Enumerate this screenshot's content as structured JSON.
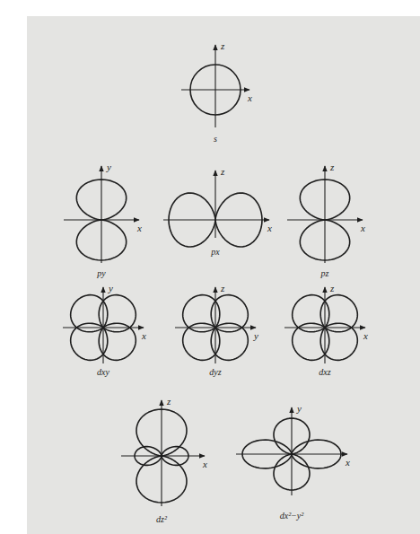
{
  "diagram": {
    "labels": [
      "z",
      "x",
      "s",
      "y",
      "x",
      "py",
      "z",
      "x",
      "px",
      "z",
      "x",
      "pz",
      "y",
      "x",
      "dxy",
      "z",
      "y",
      "dyz",
      "z",
      "x",
      "dxz",
      "z",
      "x",
      "dz²",
      "y",
      "x",
      "dx²−y²"
    ]
  }
}
